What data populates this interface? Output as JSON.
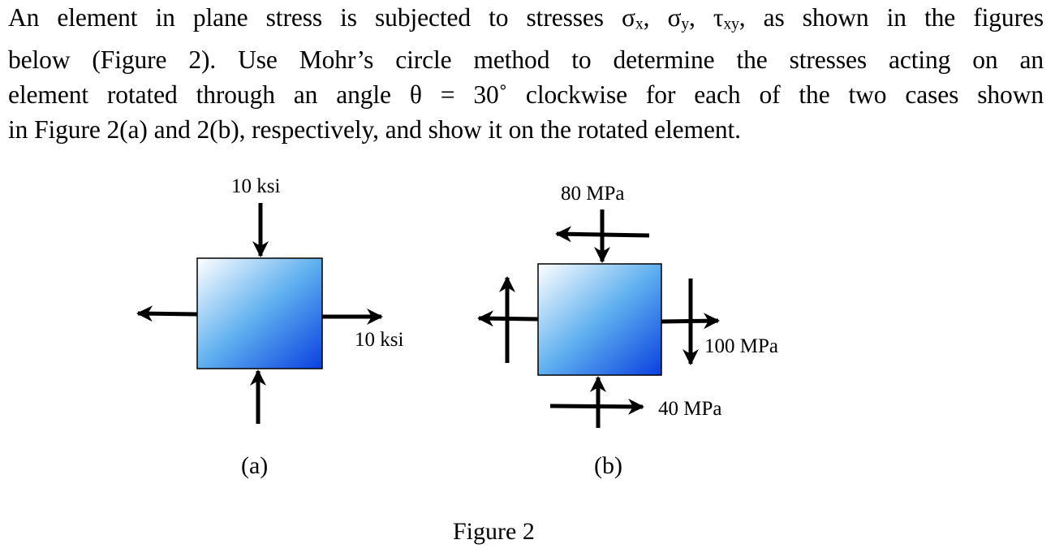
{
  "problem": {
    "lines": [
      "An element in plane stress is subjected to stresses σ",
      "below (Figure 2). Use Mohr’s circle method to determine the stresses acting on an",
      "element rotated through an angle θ = 30˚ clockwise for each of the two cases shown",
      "in Figure 2(a) and 2(b), respectively, and show it on the rotated element."
    ],
    "line1_parts": {
      "pre": "An element in plane stress is subjected to stresses σ",
      "s1": "x",
      "mid1": ", σ",
      "s2": "y",
      "mid2": ", τ",
      "s3": "xy",
      "post": ", as shown in the figures"
    }
  },
  "figure_a": {
    "top_label": "10 ksi",
    "right_label": "10 ksi",
    "caption": "(a)"
  },
  "figure_b": {
    "top_label": "80 MPa",
    "right_label": "100 MPa",
    "bottom_label": "40 MPa",
    "caption": "(b)"
  },
  "figure_caption": "Figure 2",
  "colors": {
    "element_light": "#ffffff",
    "element_mid": "#5fb0f0",
    "element_dark": "#0a3fe0"
  }
}
